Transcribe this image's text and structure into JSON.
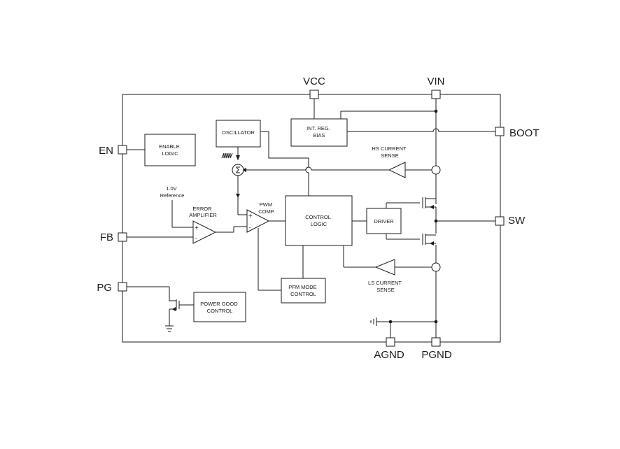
{
  "pins": {
    "vcc": "VCC",
    "vin": "VIN",
    "boot": "BOOT",
    "en": "EN",
    "fb": "FB",
    "pg": "PG",
    "sw": "SW",
    "agnd": "AGND",
    "pgnd": "PGND"
  },
  "blocks": {
    "enable_logic": [
      "ENABLE",
      "LOGIC"
    ],
    "oscillator": "OSCILLATOR",
    "int_reg_bias": [
      "INT. REG.",
      "BIAS"
    ],
    "hs_current_sense": [
      "HS CURRENT",
      "SENSE"
    ],
    "reference": [
      "1.0V",
      "Reference"
    ],
    "error_amplifier": [
      "ERROR",
      "AMPLIFIER"
    ],
    "pwm_comp": [
      "PWM",
      "COMP."
    ],
    "control_logic": [
      "CONTROL",
      "LOGIC"
    ],
    "driver": "DRIVER",
    "ls_current_sense": [
      "LS CURRENT",
      "SENSE"
    ],
    "pfm_mode_control": [
      "PFM MODE",
      "CONTROL"
    ],
    "power_good_control": [
      "POWER GOOD",
      "CONTROL"
    ]
  },
  "symbols": {
    "summing": "Σ",
    "plus": "+",
    "minus": "-"
  }
}
